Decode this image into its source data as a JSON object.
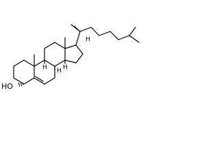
{
  "molecule": {
    "labels": {
      "hydroxyl": "HO",
      "h8": "H",
      "h9": "H",
      "h14": "H",
      "h17": "H"
    }
  }
}
